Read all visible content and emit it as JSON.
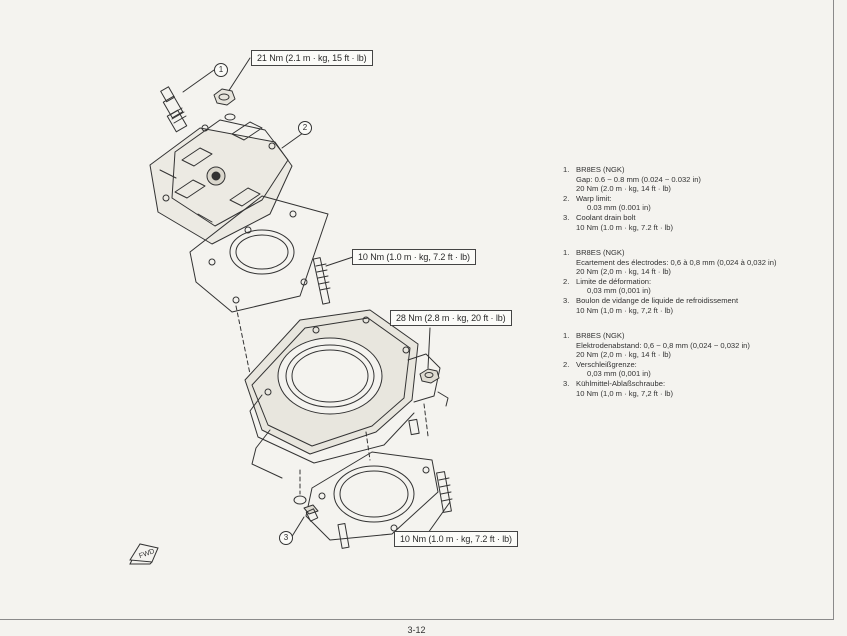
{
  "callouts": [
    "1",
    "2",
    "3"
  ],
  "torque_labels": {
    "spark_plug": "21 Nm (2.1 m · kg, 15 ft · lb)",
    "stud_upper": "10 Nm (1.0 m · kg, 7.2 ft · lb)",
    "cylinder_nut": "28 Nm (2.8 m · kg, 20 ft · lb)",
    "stud_lower": "10 Nm (1.0 m · kg, 7.2 ft · lb)"
  },
  "specs_en": {
    "item1_num": "1.",
    "item1_title": "BR8ES (NGK)",
    "item1_gap": "Gap: 0.6 ~ 0.8 mm (0.024 ~ 0.032 in)",
    "item1_torque": "20 Nm (2.0 m · kg, 14 ft · lb)",
    "item2_num": "2.",
    "item2_title": "Warp limit:",
    "item2_value": "0.03 mm (0.001 in)",
    "item3_num": "3.",
    "item3_title": "Coolant drain bolt",
    "item3_torque": "10 Nm (1.0 m · kg, 7.2 ft · lb)"
  },
  "specs_fr": {
    "item1_num": "1.",
    "item1_title": "BR8ES (NGK)",
    "item1_gap": "Ecartement des électrodes: 0,6 à 0,8 mm (0,024 à 0,032 in)",
    "item1_torque": "20 Nm (2,0 m · kg, 14 ft · lb)",
    "item2_num": "2.",
    "item2_title": "Limite de déformation:",
    "item2_value": "0,03 mm (0,001 in)",
    "item3_num": "3.",
    "item3_title": "Boulon de vidange de liquide de refroidissement",
    "item3_torque": "10 Nm (1,0 m · kg, 7,2 ft · lb)"
  },
  "specs_de": {
    "item1_num": "1.",
    "item1_title": "BR8ES (NGK)",
    "item1_gap": "Elektrodenabstand: 0,6 ~ 0,8 mm (0,024 ~ 0,032 in)",
    "item1_torque": "20 Nm (2,0 m · kg, 14 ft · lb)",
    "item2_num": "2.",
    "item2_title": "Verschleißgrenze:",
    "item2_value": "0,03 mm (0,001 in)",
    "item3_num": "3.",
    "item3_title": "Kühlmittel-Ablaßschraube:",
    "item3_torque": "10 Nm (1,0 m · kg, 7,2 ft · lb)"
  },
  "fwd_label": "FWD",
  "page_number": "3-12"
}
